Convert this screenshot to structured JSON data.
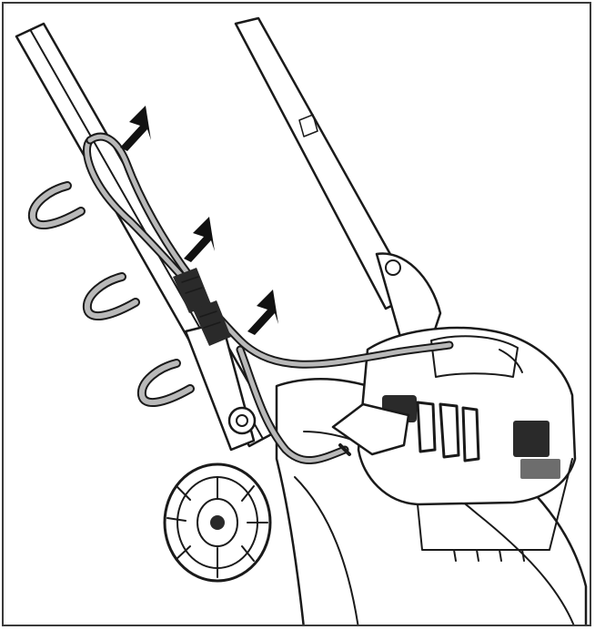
{
  "figure": {
    "kind": "line-art-illustration",
    "subject": "mower-handle-cable-routing",
    "arrow_count": 3,
    "clip_count": 3,
    "colors": {
      "ink": "#1a1a1a",
      "cable": "#b9b9b9",
      "frame": "#3a3a3a",
      "background": "#ffffff"
    }
  }
}
